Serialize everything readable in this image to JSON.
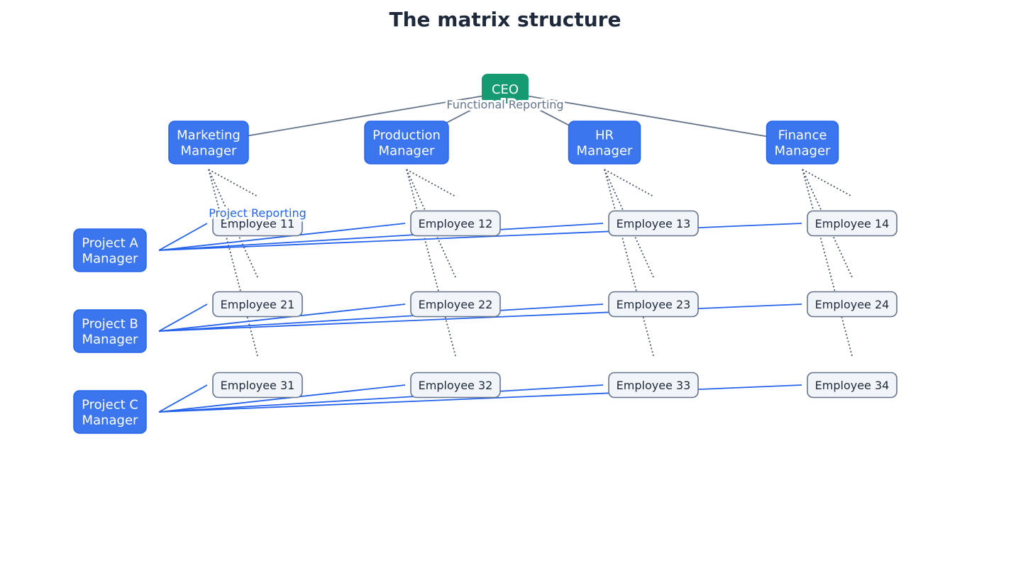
{
  "title": "The matrix structure",
  "ceo": {
    "label": "CEO"
  },
  "functional_managers": [
    {
      "id": "marketing",
      "lines": [
        "Marketing",
        "Manager"
      ]
    },
    {
      "id": "production",
      "lines": [
        "Production",
        "Manager"
      ]
    },
    {
      "id": "hr",
      "lines": [
        "HR",
        "Manager"
      ]
    },
    {
      "id": "finance",
      "lines": [
        "Finance",
        "Manager"
      ]
    }
  ],
  "project_managers": [
    {
      "id": "project-a",
      "lines": [
        "Project A",
        "Manager"
      ]
    },
    {
      "id": "project-b",
      "lines": [
        "Project B",
        "Manager"
      ]
    },
    {
      "id": "project-c",
      "lines": [
        "Project C",
        "Manager"
      ]
    }
  ],
  "employees": [
    [
      "Employee 11",
      "Employee 12",
      "Employee 13",
      "Employee 14"
    ],
    [
      "Employee 21",
      "Employee 22",
      "Employee 23",
      "Employee 24"
    ],
    [
      "Employee 31",
      "Employee 32",
      "Employee 33",
      "Employee 34"
    ]
  ],
  "edge_labels": {
    "functional": "Functional Reporting",
    "project": "Project Reporting"
  },
  "colors": {
    "ceo": "#169a72",
    "manager": "#3b76ee",
    "employee_fill": "#f1f5f9",
    "employee_border": "#64748b",
    "functional_edge": "#64748b",
    "project_edge": "#2563eb"
  }
}
